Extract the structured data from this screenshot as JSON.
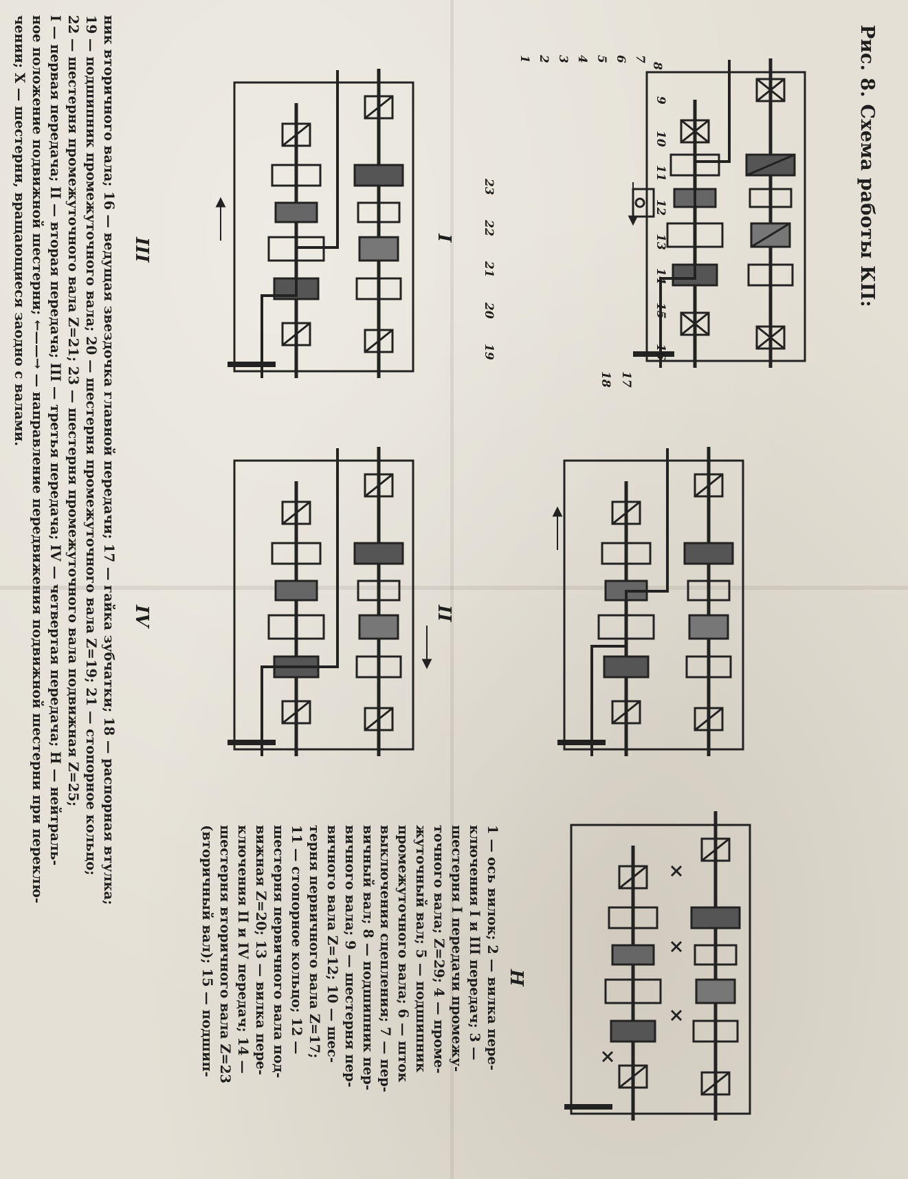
{
  "figure": {
    "caption": "Рис. 8. Схема работы КП:",
    "diagrams": [
      {
        "id": "I",
        "label": "I"
      },
      {
        "id": "II",
        "label": "II"
      },
      {
        "id": "H",
        "label": "H"
      },
      {
        "id": "III",
        "label": "III"
      },
      {
        "id": "IV",
        "label": "IV"
      }
    ],
    "callouts": [
      "1",
      "2",
      "3",
      "4",
      "5",
      "6",
      "7",
      "8",
      "9",
      "10",
      "11",
      "12",
      "13",
      "14",
      "15",
      "16",
      "17",
      "18",
      "19",
      "20",
      "21",
      "22",
      "23"
    ]
  },
  "legend": {
    "part_a": [
      "1 — ось вилок; 2 — вилка пере-",
      "ключения I и III передач; 3 —",
      "шестерня I передачи промежу-",
      "точного вала; Z=29; 4 — проме-",
      "жуточный вал; 5 — подшипник",
      "промежуточного вала; 6 — шток",
      "выключения сцепления; 7 — пер-",
      "вичный вал; 8 — подшипник пер-",
      "вичного вала; 9 — шестерня пер-",
      "вичного вала Z=12; 10 — шес-",
      "терня первичного вала Z=17;",
      "11 — стопорное кольцо; 12 —",
      "шестерня первичного вала под-",
      "вижная Z=20; 13 — вилка пере-",
      "ключения II и IV передач; 14 —",
      "шестерня вторичного вала Z=23",
      "(вторичный вал); 15 — подшип-"
    ],
    "part_b": [
      "ник вторичного вала; 16 — ведущая звездочка главной передачи; 17 — гайка зубчатки; 18 — распорная втулка;",
      "19 — подшипник промежуточного вала; 20 — шестерня промежуточного вала Z=19; 21 — стопорное кольцо;",
      "22 — шестерня промежуточного вала Z=21; 23 — шестерня промежуточного вала подвижная Z=25;",
      "I — первая передача; II — вторая передача; III — третья передача; IV — четвертая передача; H — нейтраль-",
      "ное положение подвижной шестерни; ←——→ — направление передвижения подвижной шестерни при переклю-",
      "чении; X — шестерни, вращающиеся заодно с валами."
    ]
  }
}
